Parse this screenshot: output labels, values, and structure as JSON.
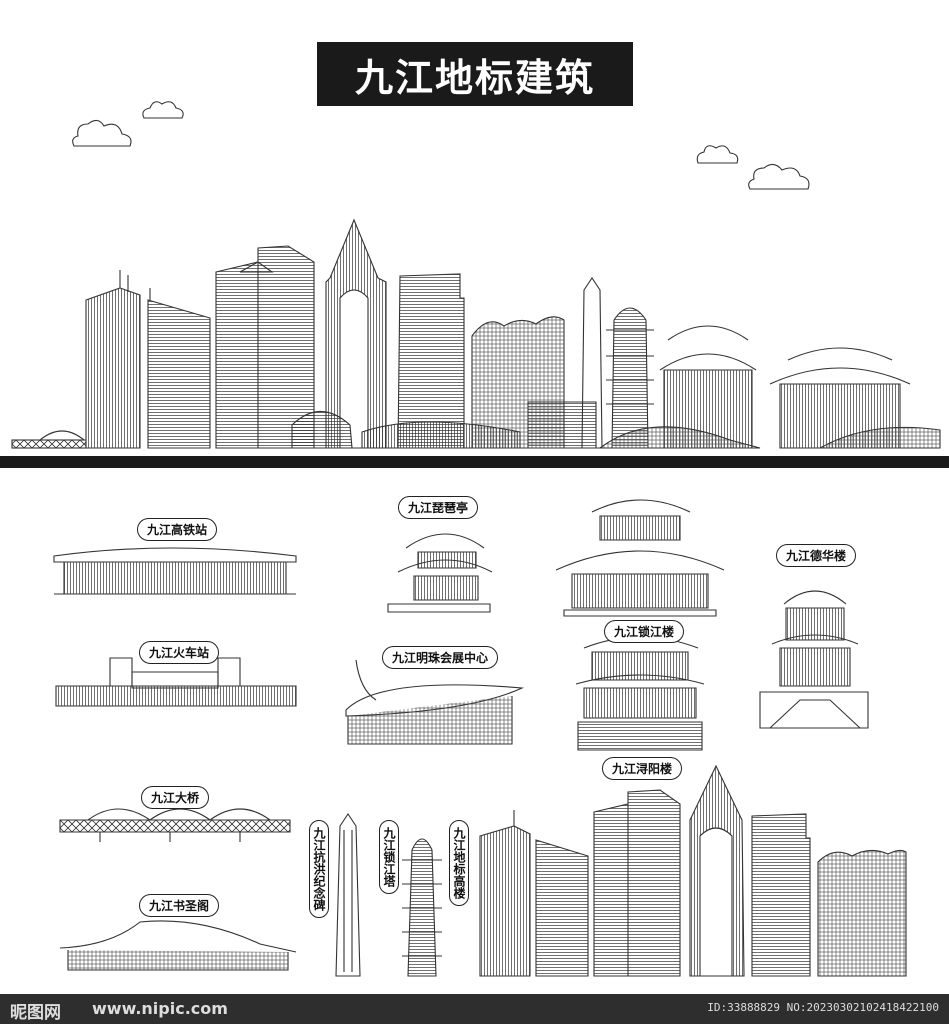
{
  "title": "九江地标建筑",
  "labels": {
    "gaotie": "九江高铁站",
    "pipa": "九江琵琶亭",
    "dehua": "九江德华楼",
    "huoche": "九江火车站",
    "mingzhu": "九江明珠会展中心",
    "suojiang_lou": "九江锁江楼",
    "xunyang": "九江浔阳楼",
    "daqiao": "九江大桥",
    "shusheng": "九江书圣阁",
    "kanghong": "九江抗洪纪念碑",
    "suojiang_ta": "九江锁江塔",
    "gaolou": "九江地标高楼"
  },
  "watermark": {
    "logo": "昵图网",
    "url": "www.nipic.com",
    "id": "ID:33888829 NO:20230302102418422100"
  }
}
